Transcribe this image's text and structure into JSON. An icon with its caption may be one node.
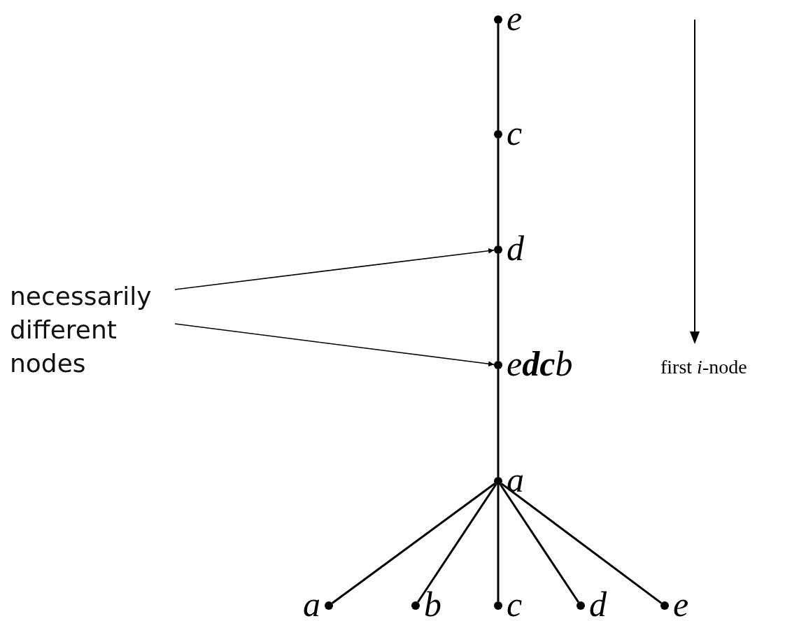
{
  "diagram": {
    "nodes": [
      {
        "text": [],
        "shape": "circle",
        "beside": [
          "e"
        ]
      },
      {
        "text": [],
        "shape": "circle",
        "beside": [
          "c"
        ]
      },
      {
        "text": [],
        "shape": "circle",
        "beside": [
          "d"
        ]
      },
      {
        "text": [],
        "shape": "circle",
        "beside": [
          "e**dc**b"
        ]
      },
      {
        "text": [],
        "shape": "circle",
        "beside": [
          "a"
        ]
      },
      {
        "text": [],
        "shape": "circle",
        "beside": [
          "a"
        ]
      },
      {
        "text": [],
        "shape": "circle",
        "beside": [
          "b"
        ]
      },
      {
        "text": [],
        "shape": "circle",
        "beside": [
          "c"
        ]
      },
      {
        "text": [],
        "shape": "circle",
        "beside": [
          "d"
        ]
      },
      {
        "text": [],
        "shape": "circle",
        "beside": [
          "e"
        ]
      },
      {
        "text": [
          "necessarily different nodes"
        ]
      }
    ],
    "edges": [
      {
        "from": 0,
        "to": 1,
        "arrow": "none"
      },
      {
        "from": 1,
        "to": 2,
        "arrow": "none"
      },
      {
        "from": 2,
        "to": 3,
        "arrow": "none"
      },
      {
        "from": 3,
        "to": 4,
        "arrow": "none"
      },
      {
        "from": 4,
        "to": 5,
        "arrow": "none"
      },
      {
        "from": 4,
        "to": 6,
        "arrow": "none"
      },
      {
        "from": 4,
        "to": 7,
        "arrow": "none"
      },
      {
        "from": 4,
        "to": 8,
        "arrow": "none"
      },
      {
        "from": 4,
        "to": 9,
        "arrow": "none"
      },
      {
        "from": 10,
        "to": 2,
        "arrow": "to"
      },
      {
        "from": 10,
        "to": 3,
        "arrow": "to"
      }
    ],
    "labels": [
      "first *i*-node"
    ]
  }
}
